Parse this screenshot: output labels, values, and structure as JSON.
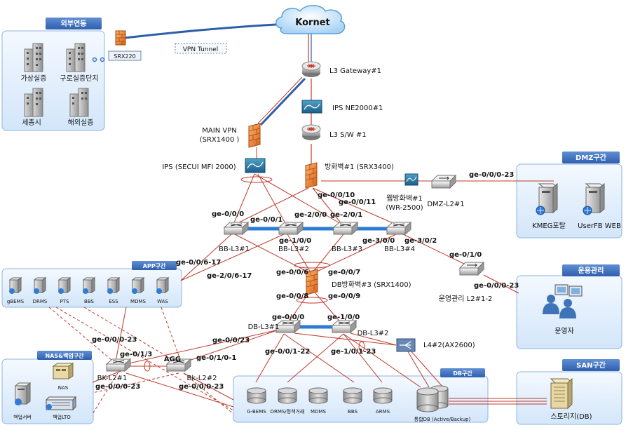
{
  "cloud": {
    "label": "Kornet"
  },
  "vpn_tunnel": "VPN Tunnel",
  "srx220": "SRX220",
  "zones": {
    "external": "외부연동",
    "dmz": "DMZ구간",
    "ops": "운용관리",
    "app": "APP구간",
    "nas": "NAS&백업구간",
    "db": "DB구간",
    "san": "SAN구간"
  },
  "external_sites": [
    "가상실증",
    "구로실증단지",
    "세종시",
    "해외실증"
  ],
  "devices": {
    "l3_gateway": "L3 Gateway#1",
    "ips_ne": "IPS NE2000#1",
    "l3_sw": "L3 S/W #1",
    "main_vpn_1": "MAIN VPN",
    "main_vpn_2": "(SRX1400 )",
    "ips_secui": "IPS (SECUI MFI 2000)",
    "fw1": "방화벽#1 (SRX3400)",
    "webfw_1": "웹방화벽#1",
    "webfw_2": "(WR-2500)",
    "dmz_l2": "DMZ-L2#1",
    "bb1": "BB-L3#1",
    "bb2": "BB-L3#2",
    "bb3": "BB-L3#3",
    "bb4": "BB-L3#4",
    "dbfw": "DB방화벽#3 (SRX1400)",
    "ops_l2": "운영관리 L2#1-2",
    "db1": "DB-L3#1",
    "db2": "DB-L3#2",
    "l4": "L4#2(AX2600)",
    "agg": "AGG",
    "bk1": "BK-L2#1",
    "bk2": "Bk-L2#2"
  },
  "ports": {
    "dmz_l2_up": "ge-0/0/0-23",
    "fw1_a": "ge-0/0/10",
    "fw1_b": "ge-0/0/11",
    "bb1_a": "ge-0/0/0",
    "bb1_b": "ge-0/0/1",
    "bb2_a": "ge-2/0/0",
    "bb3_a": "ge-2/0/1",
    "bb2_b": "ge-1/0/0",
    "bb3_b": "ge-3/0/0",
    "bb4_a": "ge-3/0/2",
    "ops_l2_a": "ge-0/1/0",
    "ops_l2_b": "ge-0/0/0-23",
    "app_a": "ge-0/0/6-17",
    "app_b": "ge-2/0/6-17",
    "dbfw_a": "ge-0/0/6",
    "dbfw_b": "ge-0/0/7",
    "dbfw_c": "ge-0/0/8",
    "dbfw_d": "ge-0/0/9",
    "db1_a": "ge-0/0/0",
    "db2_a": "ge-1/0/0",
    "db_agg": "ge-0/0/23",
    "db1_b": "ge-0/0/1-22",
    "db2_b": "ge-1/0/1-23",
    "bk_a": "ge-0/0/0-23",
    "bk_b": "ge-0/1/3",
    "bk_c": "ge-0/1/0-1",
    "bk1_ports": "ge-0/0/0-23",
    "bk2_ports": "ge-0/0/0-23"
  },
  "dmz_servers": [
    "KMEG포탈",
    "UserFB WEB"
  ],
  "ops_user": "운영자",
  "app_servers": [
    "gBEMS",
    "DRMS",
    "PTS",
    "BBS",
    "ESS",
    "MDMS",
    "WAS"
  ],
  "nas_items": {
    "nas": "NAS",
    "backup_server": "백업서버",
    "backup_lto": "백업LTO"
  },
  "db_servers": [
    "G-BEMS",
    "DRMS/정책거래",
    "MDMS",
    "BBS",
    "ARMS"
  ],
  "db_integrated": "통합DB (Active/Backup)",
  "san_storage": "스토리지(DB)"
}
